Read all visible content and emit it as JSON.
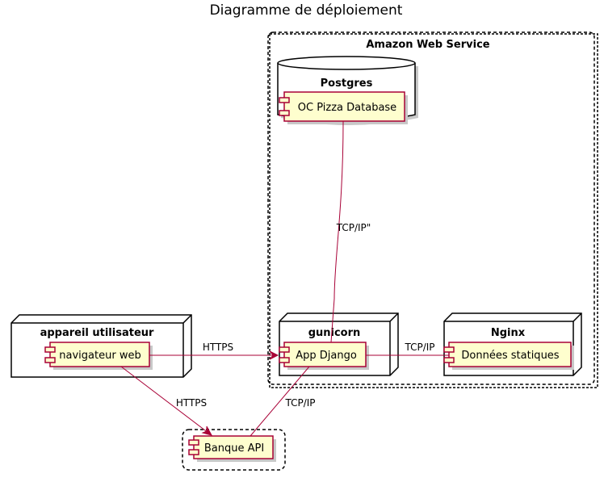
{
  "title": "Diagramme de déploiement",
  "nodes": {
    "aws": "Amazon Web Service",
    "postgres": "Postgres",
    "gunicorn": "gunicorn",
    "nginx": "Nginx",
    "device": "appareil utilisateur"
  },
  "components": {
    "database": "OC Pizza Database",
    "django": "App Django",
    "static": "Données statiques",
    "browser": "navigateur web",
    "bank": "Banque API"
  },
  "edges": {
    "db_django": "TCP/IP\"",
    "browser_django": "HTTPS",
    "django_static": "TCP/IP",
    "browser_bank": "HTTPS",
    "django_bank": "TCP/IP"
  },
  "colors": {
    "component_fill": "#FEFECE",
    "component_border": "#A80036",
    "edge": "#A80036",
    "frame_border": "#000000"
  }
}
